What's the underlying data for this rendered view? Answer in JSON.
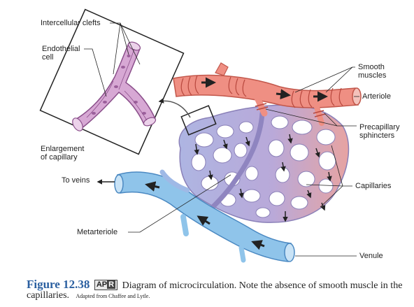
{
  "labels": {
    "intercellular_clefts": "Intercellular clefts",
    "endothelial_cell": "Endothelial\ncell",
    "enlargement": "Enlargement\nof capillary",
    "to_veins": "To veins",
    "metarteriole": "Metarteriole",
    "smooth_muscles": "Smooth\nmuscles",
    "arteriole": "Arteriole",
    "precapillary_sphincters": "Precapillary\nsphincters",
    "capillaries": "Capillaries",
    "venule": "Venule"
  },
  "caption": {
    "figure_number": "Figure 12.38",
    "badge_a": "AP",
    "badge_b": "R",
    "text": "Diagram of microcirculation. Note the absence of smooth muscle in the capillaries.",
    "credit": "Adapted from Chaffee and Lytle."
  },
  "colors": {
    "arteriole": "#ef8f83",
    "arteriole_dark": "#c2574b",
    "capillary": "#b7acd9",
    "capillary_dark": "#7f73b5",
    "venule": "#8fc4ea",
    "venule_dark": "#4b89c2",
    "enlargement": "#d7a8d4",
    "caption_accent": "#2a5fa0"
  }
}
